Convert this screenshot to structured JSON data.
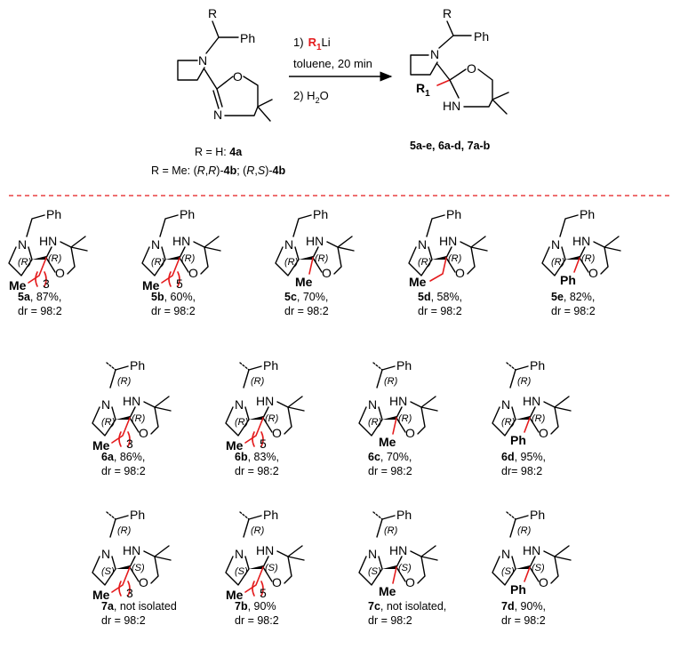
{
  "reaction": {
    "step1_num": "1)",
    "reagent": "R",
    "reagent_sub": "1",
    "reagent_tail": "Li",
    "conditions": "toluene, 20 min",
    "step2": "2) H",
    "step2_sub": "2",
    "step2_tail": "O",
    "r_label": "R",
    "ph_label": "Ph",
    "n_label": "N",
    "o_label": "O",
    "hn_label": "HN",
    "r1_label": "R",
    "r1_sub": "1"
  },
  "start_caption": {
    "line1_pre": "R = H: ",
    "line1_bold": "4a",
    "line2_pre": "R = Me: (",
    "line2_r1": "R",
    "line2_comma1": ",",
    "line2_r2": "R",
    "line2_close": ")-",
    "line2_bold1": "4b",
    "line2_mid": "; (",
    "line2_r3": "R",
    "line2_comma2": ",",
    "line2_s": "S",
    "line2_close2": ")-",
    "line2_bold2": "4b"
  },
  "product_caption": "5a-e, 6a-d, 7a-b",
  "compounds": [
    {
      "id": "5a",
      "yield": ", 87%,",
      "dr": "dr = 98:2",
      "sub": "Me",
      "n": "3",
      "stereo": [
        "(R)",
        "(R)"
      ]
    },
    {
      "id": "5b",
      "yield": ", 60%,",
      "dr": "dr = 98:2",
      "sub": "Me",
      "n": "5",
      "stereo": [
        "(R)",
        "(R)"
      ]
    },
    {
      "id": "5c",
      "yield": ", 70%,",
      "dr": "dr = 98:2",
      "sub": "Me",
      "n": "",
      "stereo": [
        "(R)",
        "(R)"
      ]
    },
    {
      "id": "5d",
      "yield": ", 58%,",
      "dr": "dr = 98:2",
      "sub": "Me",
      "n": "",
      "stereo": [
        "(R)",
        "(R)"
      ]
    },
    {
      "id": "5e",
      "yield": ", 82%,",
      "dr": "dr = 98:2",
      "sub": "Ph",
      "n": "",
      "stereo": [
        "(R)",
        "(R)"
      ]
    },
    {
      "id": "6a",
      "yield": ", 86%,",
      "dr": "dr = 98:2",
      "sub": "Me",
      "n": "3",
      "stereo": [
        "(R)",
        "(R)",
        "(R)"
      ]
    },
    {
      "id": "6b",
      "yield": ", 83%,",
      "dr": "dr = 98:2",
      "sub": "Me",
      "n": "5",
      "stereo": [
        "(R)",
        "(R)",
        "(R)"
      ]
    },
    {
      "id": "6c",
      "yield": ", 70%,",
      "dr": "dr = 98:2",
      "sub": "Me",
      "n": "",
      "stereo": [
        "(R)",
        "(R)",
        "(R)"
      ]
    },
    {
      "id": "6d",
      "yield": ", 95%,",
      "dr": "dr= 98:2",
      "sub": "Ph",
      "n": "",
      "stereo": [
        "(R)",
        "(R)",
        "(R)"
      ]
    },
    {
      "id": "7a",
      "yield": ", not isolated",
      "dr": "dr = 98:2",
      "sub": "Me",
      "n": "3",
      "stereo": [
        "(R)",
        "(S)",
        "(S)"
      ]
    },
    {
      "id": "7b",
      "yield": ", 90%",
      "dr": "dr = 98:2",
      "sub": "Me",
      "n": "5",
      "stereo": [
        "(R)",
        "(S)",
        "(S)"
      ]
    },
    {
      "id": "7c",
      "yield": ", not isolated,",
      "dr": "dr = 98:2",
      "sub": "Me",
      "n": "",
      "stereo": [
        "(R)",
        "(S)",
        "(S)"
      ]
    },
    {
      "id": "7d",
      "yield": ", 90%,",
      "dr": "dr = 98:2",
      "sub": "Ph",
      "n": "",
      "stereo": [
        "(R)",
        "(S)",
        "(S)"
      ]
    }
  ],
  "colors": {
    "accent": "#e41a1c",
    "ink": "#000000",
    "divider": "#e41a1c"
  }
}
